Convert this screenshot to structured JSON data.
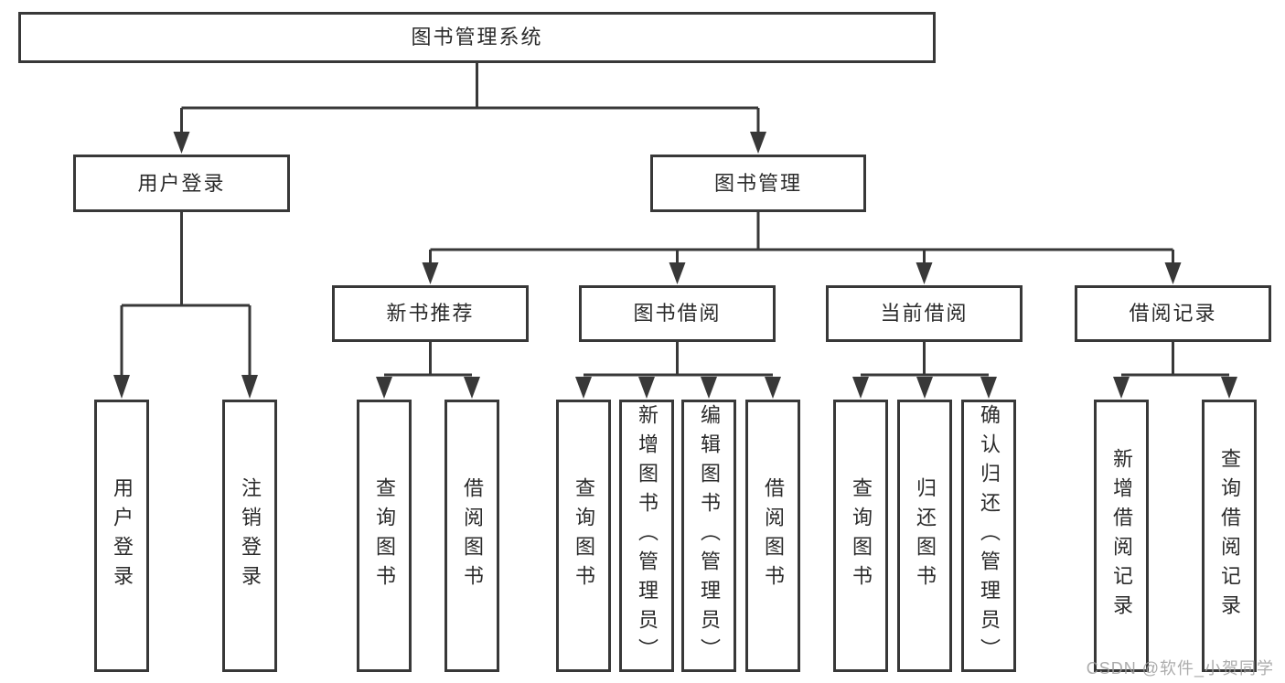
{
  "diagram": {
    "root": "图书管理系统",
    "level2": {
      "user_login": "用户登录",
      "book_management": "图书管理"
    },
    "level3": {
      "new_book_recommend": "新书推荐",
      "book_borrowing": "图书借阅",
      "current_borrowing": "当前借阅",
      "borrowing_records": "借阅记录"
    },
    "leaves": {
      "user_login": [
        "用户登录",
        "注销登录"
      ],
      "new_book_recommend": [
        "查询图书",
        "借阅图书"
      ],
      "book_borrowing": [
        "查询图书",
        "新增图书（管理员）",
        "编辑图书（管理员）",
        "借阅图书"
      ],
      "current_borrowing": [
        "查询图书",
        "归还图书",
        "确认归还（管理员）"
      ],
      "borrowing_records": [
        "新增借阅记录",
        "查询借阅记录"
      ]
    }
  },
  "watermark": "CSDN @软件_小贺同学",
  "colors": {
    "line": "#383838",
    "box_border": "#383838",
    "text": "#2b2b2b",
    "watermark": "#9e9e9e",
    "background": "#ffffff"
  }
}
